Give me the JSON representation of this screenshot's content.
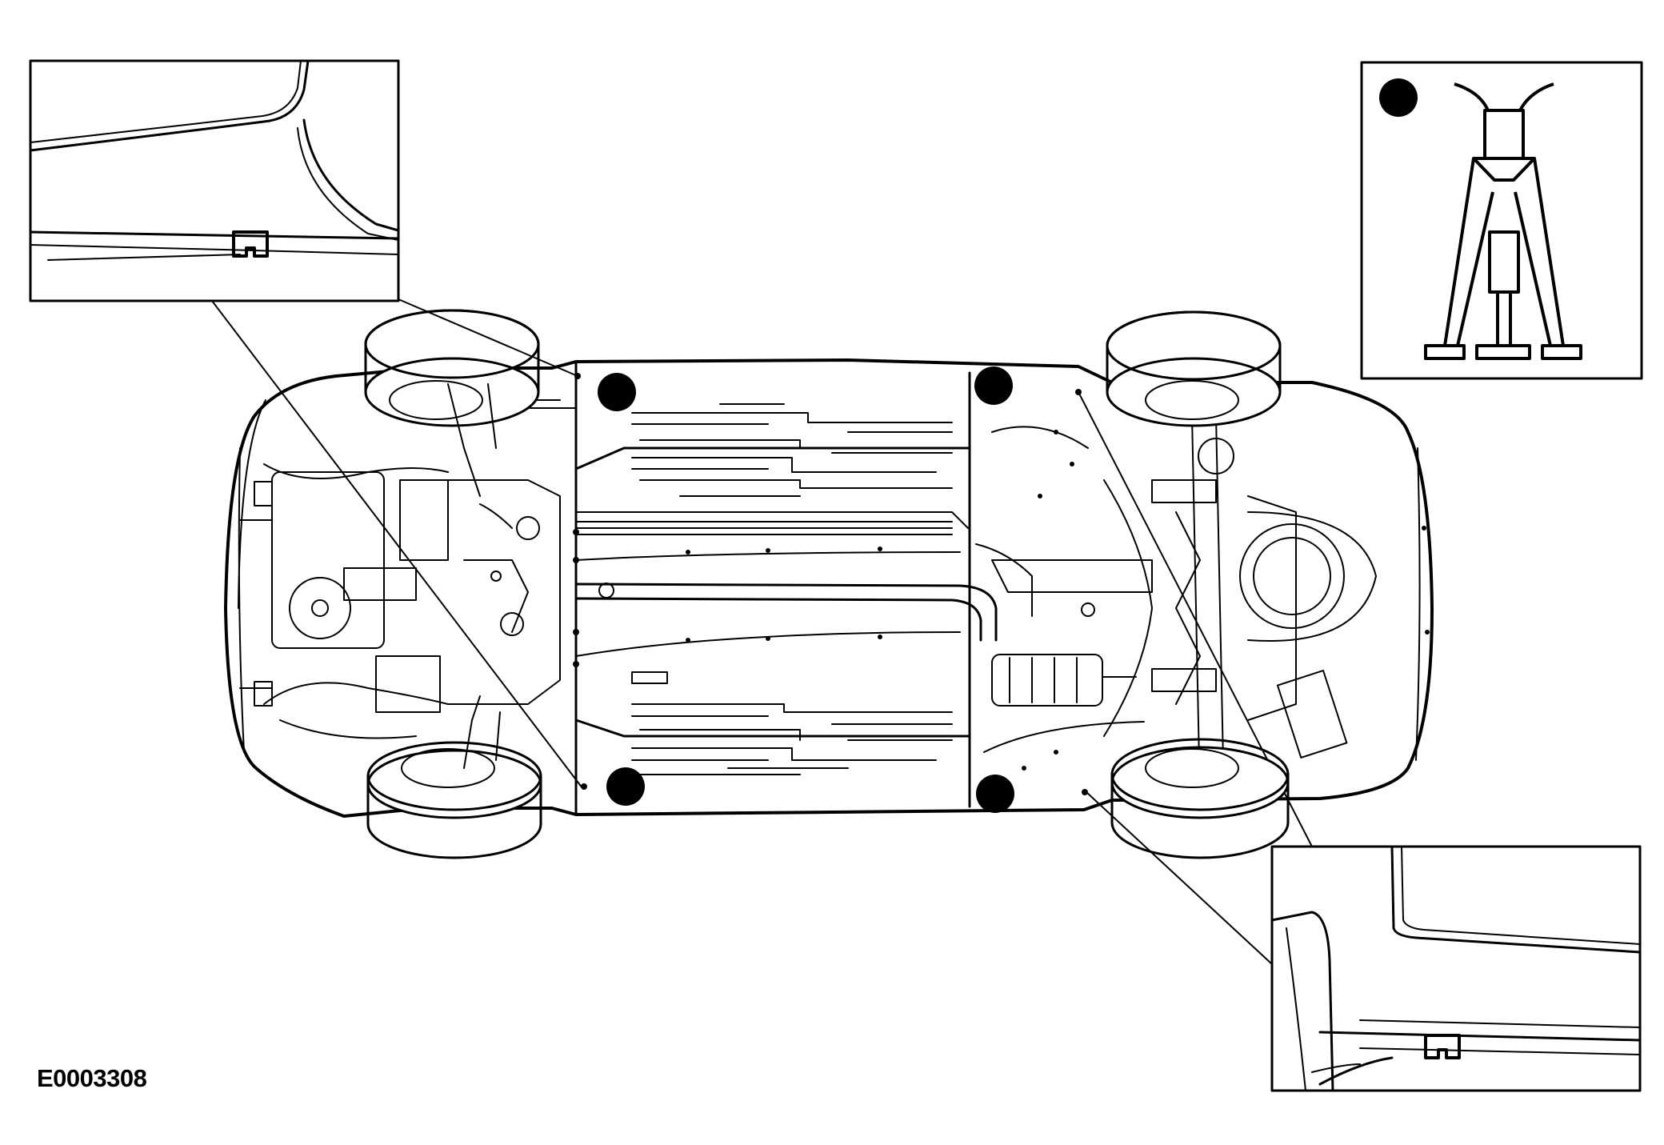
{
  "figure": {
    "id_label": "E0003308",
    "description_icons": [
      "jack-stand-icon",
      "lift-point-marker-icon",
      "jacking-bracket-icon",
      "vehicle-underbody-icon"
    ]
  },
  "lift_points": [
    "front-left",
    "rear-left",
    "front-right",
    "rear-right"
  ],
  "colors": {
    "line": "#000000",
    "background": "#ffffff"
  }
}
